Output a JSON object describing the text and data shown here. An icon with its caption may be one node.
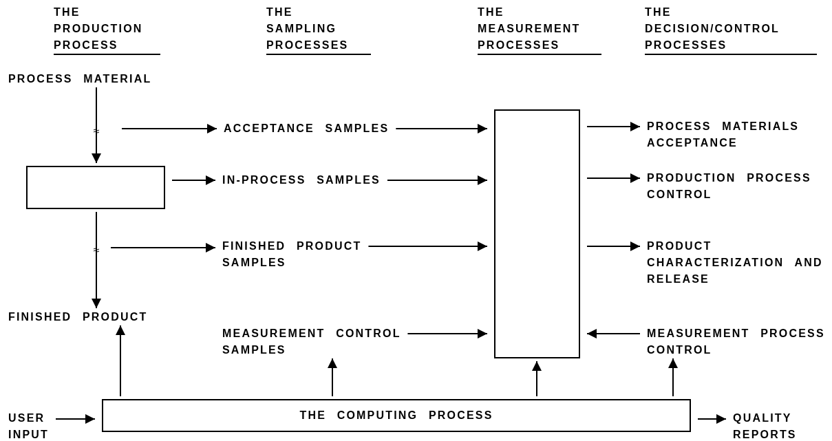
{
  "diagram": {
    "nodes": [
      {
        "text": [
          "PROCESS MATERIAL"
        ]
      },
      {
        "text": [],
        "shape": "box"
      },
      {
        "text": [
          "FINISHED PRODUCT"
        ]
      },
      {
        "text": [
          "ACCEPTANCE SAMPLES"
        ]
      },
      {
        "text": [
          "IN-PROCESS SAMPLES"
        ]
      },
      {
        "text": [
          "FINISHED PRODUCT SAMPLES"
        ]
      },
      {
        "text": [
          "MEASUREMENT CONTROL SAMPLES"
        ]
      },
      {
        "text": [],
        "shape": "box"
      },
      {
        "text": [
          "PROCESS MATERIALS ACCEPTANCE"
        ]
      },
      {
        "text": [
          "PRODUCTION PROCESS CONTROL"
        ]
      },
      {
        "text": [
          "PRODUCT CHARACTERIZATION AND RELEASE"
        ]
      },
      {
        "text": [
          "MEASUREMENT PROCESS CONTROL"
        ]
      },
      {
        "text": [
          "USER INPUT"
        ]
      },
      {
        "text": [
          "THE COMPUTING PROCESS"
        ]
      },
      {
        "text": [
          "QUALITY REPORTS"
        ]
      }
    ],
    "edges": [
      {
        "from": 0,
        "to": 1,
        "arrow": "to"
      },
      {
        "from": null,
        "to": 3,
        "arrow": "to"
      },
      {
        "from": 1,
        "to": 4,
        "arrow": "to"
      },
      {
        "from": 1,
        "to": 2,
        "arrow": "to"
      },
      {
        "from": null,
        "to": 5,
        "arrow": "to"
      },
      {
        "from": 3,
        "to": 7,
        "arrow": "to"
      },
      {
        "from": 4,
        "to": 7,
        "arrow": "to"
      },
      {
        "from": 5,
        "to": 7,
        "arrow": "to"
      },
      {
        "from": 6,
        "to": 7,
        "arrow": "to"
      },
      {
        "from": 7,
        "to": 8,
        "arrow": "to"
      },
      {
        "from": 7,
        "to": 9,
        "arrow": "to"
      },
      {
        "from": 7,
        "to": 10,
        "arrow": "to"
      },
      {
        "from": 11,
        "to": 7,
        "arrow": "to"
      },
      {
        "from": 12,
        "to": 13,
        "arrow": "to"
      },
      {
        "from": 13,
        "to": 14,
        "arrow": "to"
      },
      {
        "from": 13,
        "to": 2,
        "arrow": "to"
      },
      {
        "from": 13,
        "to": 6,
        "arrow": "to"
      },
      {
        "from": 13,
        "to": 7,
        "arrow": "to"
      },
      {
        "from": 13,
        "to": 11,
        "arrow": "to"
      }
    ],
    "labels": [
      "THE PRODUCTION PROCESS",
      "THE SAMPLING PROCESSES",
      "THE MEASUREMENT PROCESSES",
      "THE DECISION/CONTROL PROCESSES"
    ]
  }
}
